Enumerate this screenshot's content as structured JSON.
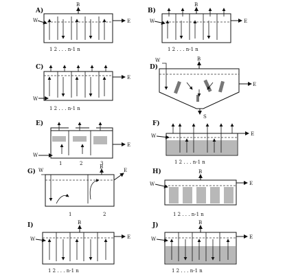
{
  "panels": [
    {
      "id": "A",
      "label": "A)",
      "texts": {
        "B": "B",
        "W": "W",
        "E": "E",
        "index": "1    2  . . .  n-1   n"
      }
    },
    {
      "id": "B",
      "label": "B)",
      "texts": {
        "B": "B",
        "W": "W",
        "E": "E",
        "index": "1    2  . . .  n-1   n"
      }
    },
    {
      "id": "C",
      "label": "C)",
      "texts": {
        "W": "W",
        "E": "E",
        "index": "1    2  . . .  n-1   n"
      }
    },
    {
      "id": "D",
      "label": "D)",
      "texts": {
        "B": "B",
        "W": "W",
        "E": "E",
        "S": "S"
      }
    },
    {
      "id": "E",
      "label": "E)",
      "texts": {
        "W": "W",
        "E": "E",
        "n1": "1",
        "n2": "2",
        "n3": "3"
      }
    },
    {
      "id": "F",
      "label": "F)",
      "texts": {
        "W": "W",
        "E": "E",
        "index": "1    2  . . .  n-1   n"
      }
    },
    {
      "id": "G",
      "label": "G)",
      "texts": {
        "B": "B",
        "W": "W",
        "E": "E",
        "n1": "1",
        "n2": "2"
      }
    },
    {
      "id": "H",
      "label": "H)",
      "texts": {
        "B": "B",
        "W": "W",
        "E": "E",
        "index": "1    2  . . .  n-1   n"
      }
    },
    {
      "id": "I",
      "label": "I)",
      "texts": {
        "B": "B",
        "W": "W",
        "E": "E",
        "index": "1    2  . . .  n-1   n"
      }
    },
    {
      "id": "J",
      "label": "J)",
      "texts": {
        "B": "B",
        "W": "W",
        "E": "E",
        "index": "1    2  . . .  n-1   n"
      }
    }
  ]
}
